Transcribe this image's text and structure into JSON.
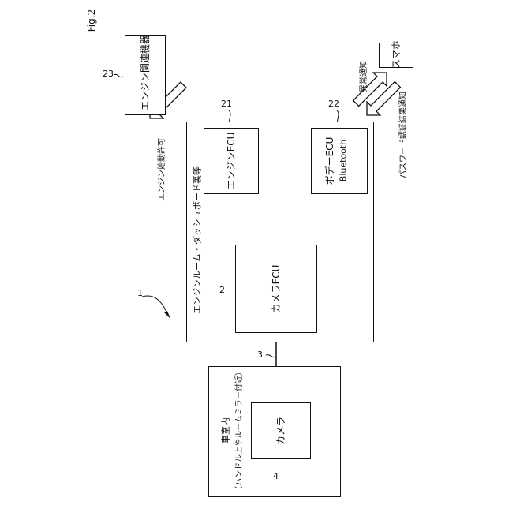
{
  "figure_label": "Fig.2",
  "system_ref": "1",
  "labels": {
    "smartphone": "スマホ",
    "engine_device": "エンジン関連機器",
    "engine_device_ref": "23",
    "engine_ecu": "エンジンECU",
    "engine_ecu_ref": "21",
    "body_ecu": "ボデーECU",
    "body_ecu_sub": "Bluetooth",
    "body_ecu_ref": "22",
    "engine_room": "エンジンルーム・ダッシュボード裏等",
    "camera_ecu": "カメラECU",
    "camera_ecu_ref": "2",
    "link_ref": "3",
    "cabin": "車室内",
    "cabin_sub": "（ハンドル上やルームミラー付近）",
    "camera": "カメラ",
    "camera_ref": "4",
    "arrow_anomaly": "異常通知",
    "arrow_password": "パスワード認証結果通知",
    "arrow_engine_start": "エンジン始動許可"
  }
}
